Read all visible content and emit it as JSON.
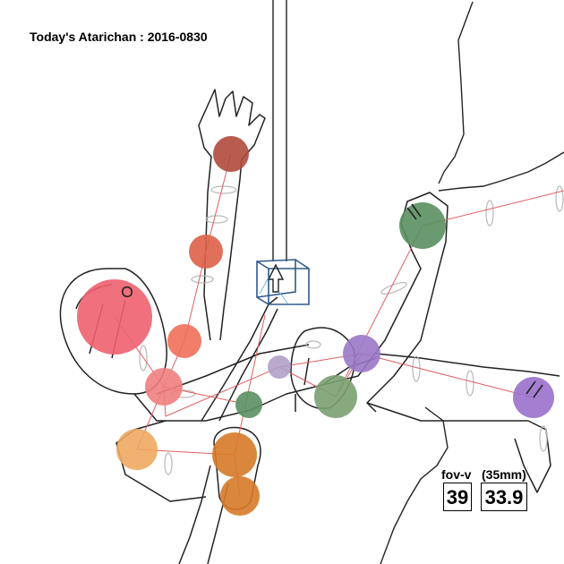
{
  "title": "Today's Atarichan : 2016-0830",
  "fov_label": "fov-v",
  "lens_label": "(35mm)",
  "fov_value": "39",
  "mm_value": "33.9",
  "colors": {
    "outline": "#222222",
    "guide_line": "#e06060",
    "ring": "#b8b8b8",
    "camera": "#2e5a8c",
    "head": "#ee6070",
    "right_hand": "#b04a3c",
    "right_elbow": "#de6048",
    "right_shoulder": "#ee7058",
    "chest": "#f08080",
    "left_shoulder": "#f0a860",
    "hips": "#d67a28",
    "left_hand": "#5a9060",
    "left_elbow": "#8a9c88",
    "right_knee": "#9a78c8",
    "torso_center": "#b0a0c8",
    "left_knee": "#7aa070",
    "right_foot": "#9a70cc"
  }
}
